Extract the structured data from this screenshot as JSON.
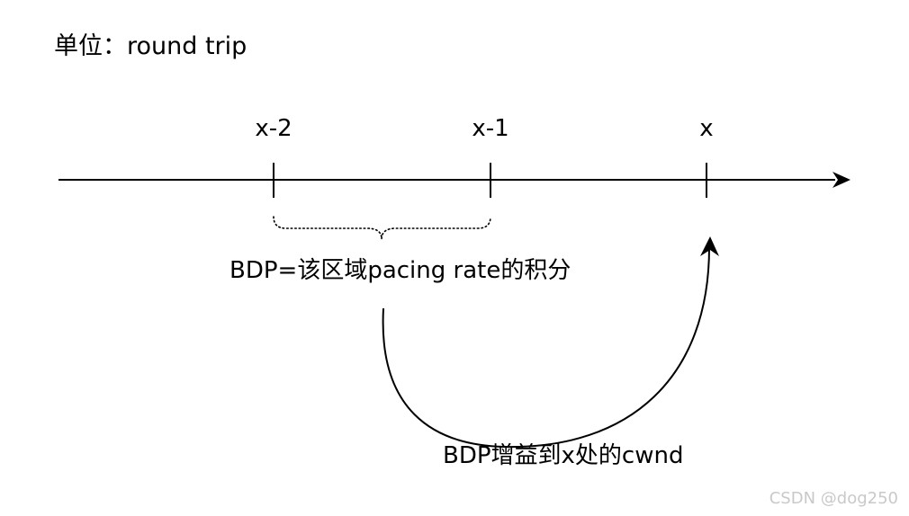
{
  "unit_label": "单位：round trip",
  "ticks": [
    "x-2",
    "x-1",
    "x"
  ],
  "bdp_label": "BDP=该区域pacing rate的积分",
  "gain_label": "BDP增益到x处的cwnd",
  "watermark": "CSDN @dog250",
  "colors": {
    "line": "#000000",
    "background": "#ffffff",
    "watermark": "#c9c9c9"
  }
}
